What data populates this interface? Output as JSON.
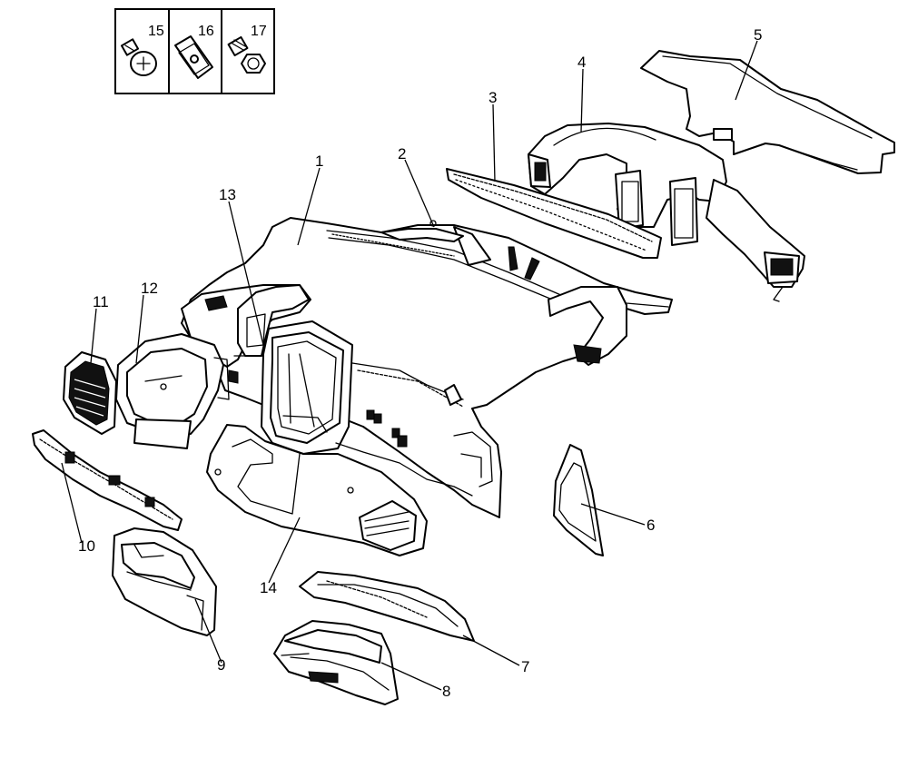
{
  "callouts": {
    "1": "1",
    "2": "2",
    "3": "3",
    "4": "4",
    "5": "5",
    "6": "6",
    "7": "7",
    "8": "8",
    "9": "9",
    "10": "10",
    "11": "11",
    "12": "12",
    "13": "13",
    "14": "14"
  },
  "fastener_legend": {
    "items": [
      {
        "number": "15",
        "icon": "flange-screw-icon"
      },
      {
        "number": "16",
        "icon": "clip-nut-icon"
      },
      {
        "number": "17",
        "icon": "hex-flange-bolt-icon"
      }
    ]
  }
}
